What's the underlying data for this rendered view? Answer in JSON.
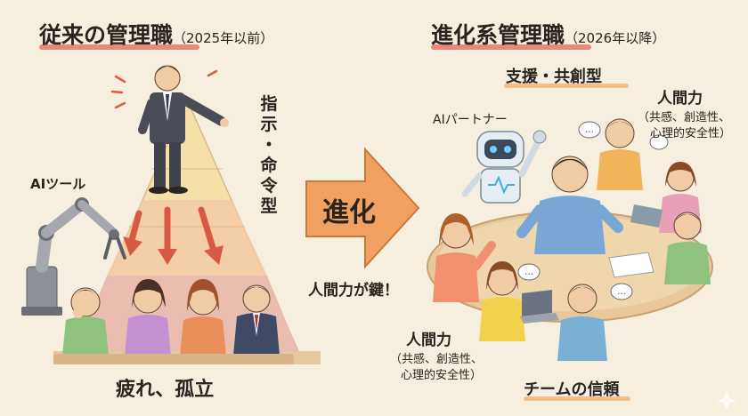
{
  "left": {
    "title": "従来の管理職",
    "title_sub": "（2025年以前）",
    "command_label": [
      "指",
      "示",
      "・",
      "命",
      "令",
      "型"
    ],
    "ai_tool_label": "AIツール",
    "bottom_label": "疲れ、孤立"
  },
  "center": {
    "arrow_label": "進化",
    "key_label": "人間力が鍵！"
  },
  "right": {
    "title": "進化系管理職",
    "title_sub": "（2026年以降）",
    "support_label": "支援・共創型",
    "ai_partner_label": "AIパートナー",
    "human_power_top": {
      "title": "人間力",
      "desc_line1": "（共感、創造性、",
      "desc_line2": "心理的安全性）"
    },
    "human_power_bottom": {
      "title": "人間力",
      "desc_line1": "（共感、創造性、",
      "desc_line2": "心理的安全性）"
    },
    "team_trust_label": "チームの信頼"
  },
  "colors": {
    "background": "#f6efe0",
    "underline_red": "#e88a7a",
    "arrow_orange": "#f0a060",
    "pyramid_top": "#f4e1a8",
    "pyramid_bottom": "#e9b9b0"
  }
}
